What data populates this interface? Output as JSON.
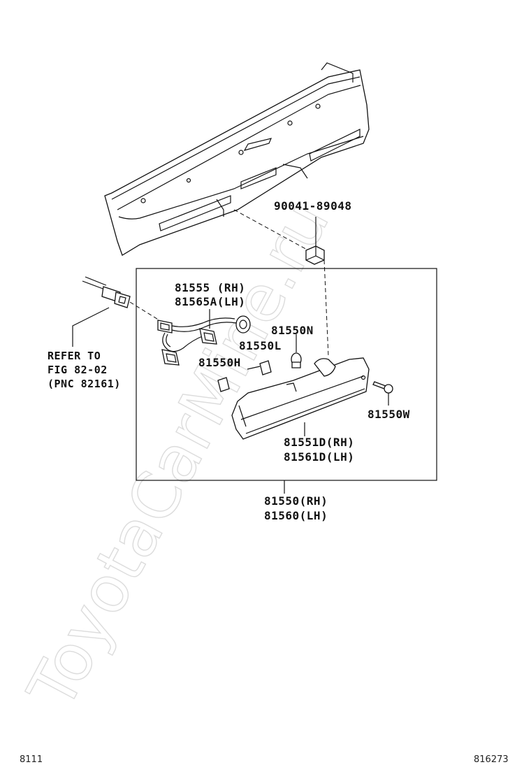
{
  "watermark": "ToyotaCarMine.ru",
  "callouts": {
    "clip": "90041-89048",
    "socket_rh": "81555 (RH)",
    "socket_lh": "81565A(LH)",
    "bulb_n": "81550N",
    "bulb_l": "81550L",
    "bulb_h": "81550H",
    "screw": "81550W",
    "lens_rh": "81551D(RH)",
    "lens_lh": "81561D(LH)",
    "assy_rh": "81550(RH)",
    "assy_lh": "81560(LH)"
  },
  "reference": {
    "line1": "REFER TO",
    "line2": "FIG 82-02",
    "line3": "(PNC 82161)"
  },
  "footer": {
    "left_code": "8111",
    "right_code": "816273"
  }
}
